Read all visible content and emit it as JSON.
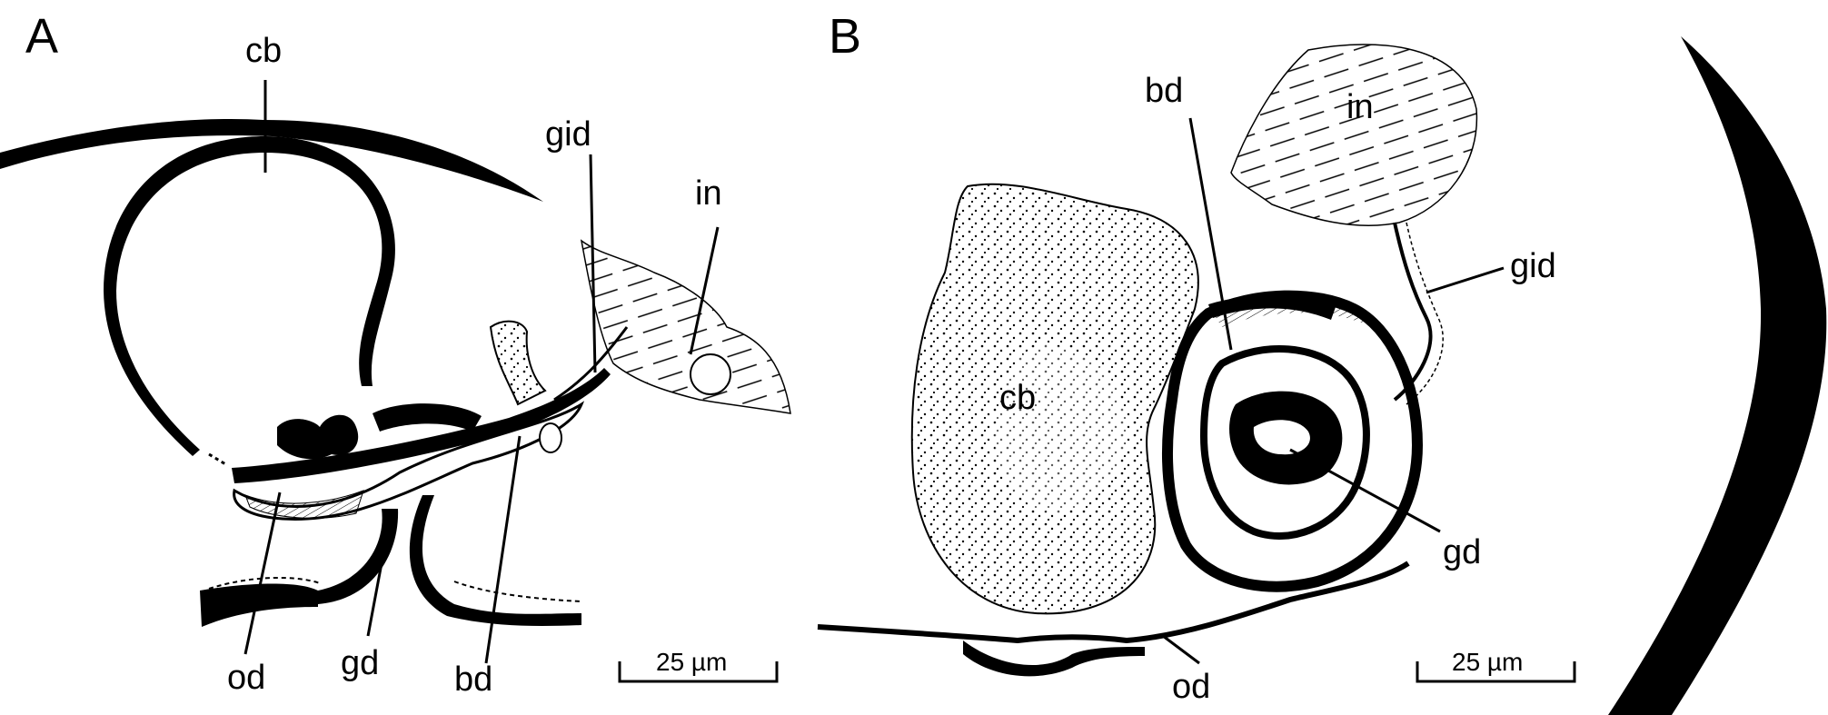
{
  "panels": [
    {
      "letter": "A",
      "labels": {
        "cb": "cb",
        "gid": "gid",
        "in": "in",
        "od": "od",
        "gd": "gd",
        "bd": "bd"
      },
      "scale_bar": "25 µm"
    },
    {
      "letter": "B",
      "labels": {
        "bd": "bd",
        "in": "in",
        "cb": "cb",
        "gid": "gid",
        "gd": "gd",
        "od": "od"
      },
      "scale_bar": "25 µm"
    }
  ],
  "colors": {
    "ink": "#000000",
    "background": "#ffffff"
  }
}
